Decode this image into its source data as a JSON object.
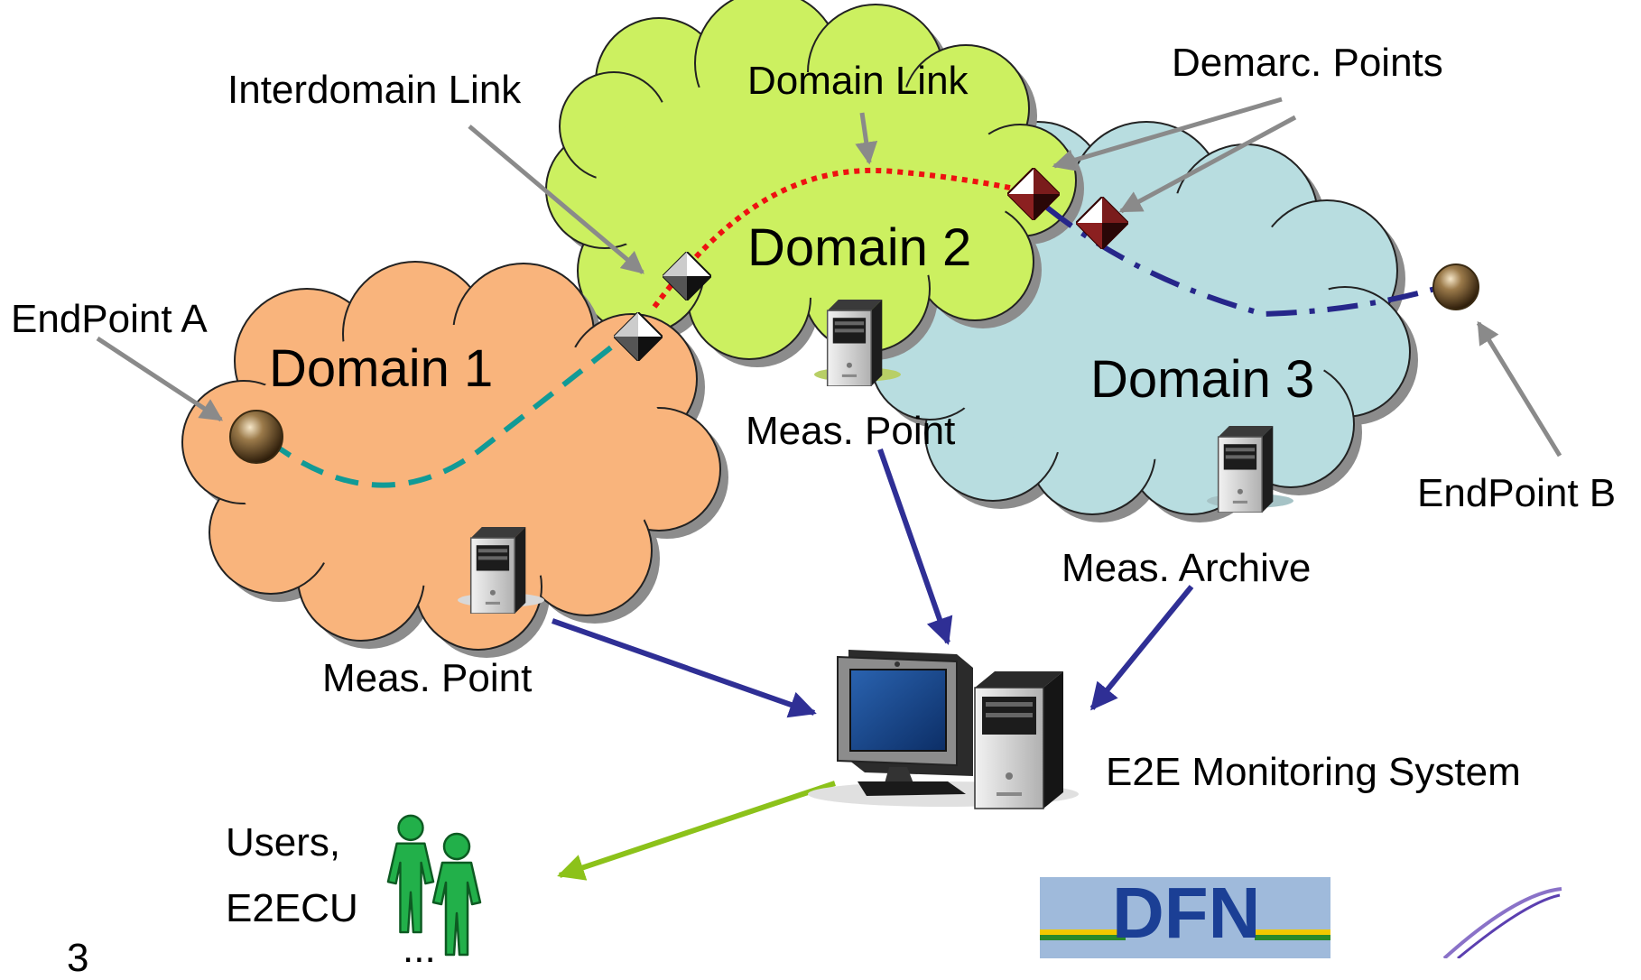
{
  "labels": {
    "interdomain_link": "Interdomain Link",
    "domain_link": "Domain Link",
    "demarc_points": "Demarc. Points",
    "endpoint_a": "EndPoint A",
    "endpoint_b": "EndPoint B",
    "domain_1": "Domain 1",
    "domain_2": "Domain 2",
    "domain_3": "Domain 3",
    "meas_point_d2": "Meas. Point",
    "meas_point_d1": "Meas. Point",
    "meas_archive": "Meas. Archive",
    "e2e_system": "E2E Monitoring System",
    "users_line1": "Users,",
    "users_line2": "E2ECU",
    "users_more": "...",
    "logo_text": "DFN",
    "page_number": "3"
  },
  "colors": {
    "domain_1": "#f9b47c",
    "domain_2": "#ccf060",
    "domain_3": "#b8dde0",
    "link_d1": "#119a96",
    "link_d2": "#ee1111",
    "link_d3": "#26268a",
    "report_arrow": "#2f2f95",
    "user_arrow": "#8cc21a",
    "pointer_arrow": "#8a8a8a",
    "users_figure": "#22b04a",
    "logo_bg": "#9fbadb",
    "logo_text": "#1b3f95",
    "logo_stripe_yellow": "#f2c800",
    "logo_stripe_green": "#2a8a2a"
  },
  "icons": [
    "endpoint-sphere-icon",
    "demarcation-point-icon",
    "server-tower-icon",
    "monitoring-workstation-icon",
    "user-figure-icon",
    "dfn-logo",
    "swoosh-logo"
  ]
}
